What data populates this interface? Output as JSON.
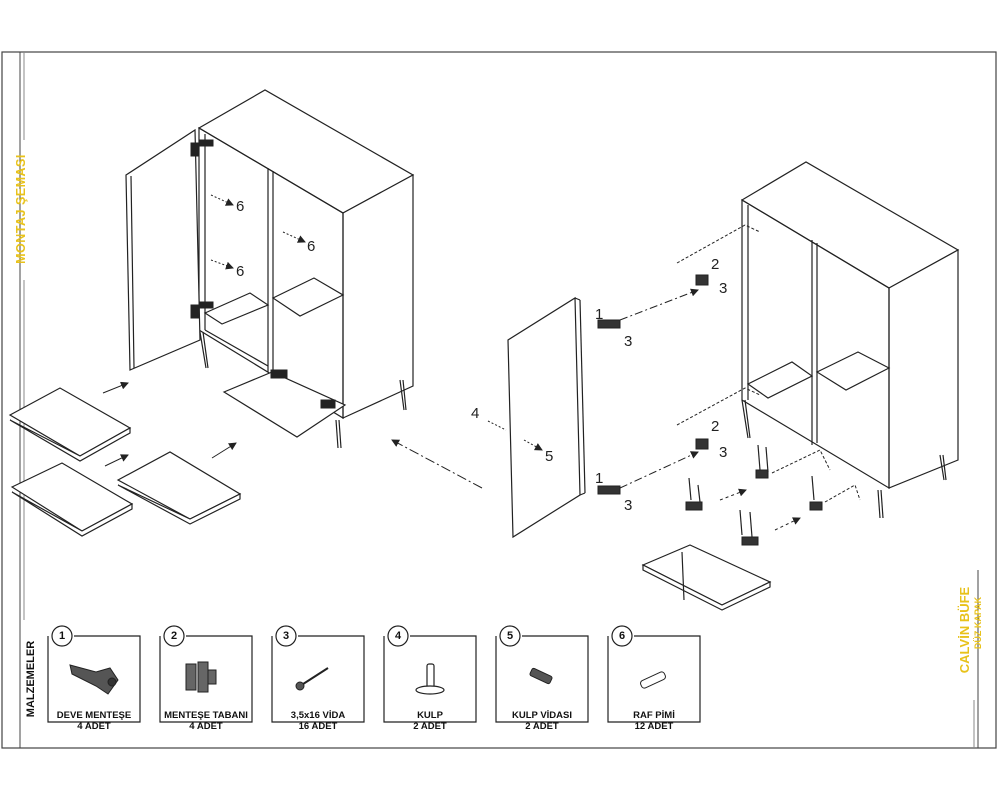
{
  "titles": {
    "left": "MONTAJ ŞEMASI",
    "right_main": "CALVİN BÜFE",
    "right_sub": "DÜZ KAPAK",
    "materials": "MALZEMELER"
  },
  "callouts_left": [
    "6",
    "6",
    "6"
  ],
  "callouts_right": [
    "1",
    "3",
    "2",
    "3",
    "4",
    "5",
    "2",
    "3",
    "1",
    "3"
  ],
  "parts": [
    {
      "num": "1",
      "name": "DEVE MENTEŞE",
      "qty": "4 ADET"
    },
    {
      "num": "2",
      "name": "MENTEŞE TABANI",
      "qty": "4 ADET"
    },
    {
      "num": "3",
      "name": "3,5x16 VİDA",
      "qty": "16 ADET"
    },
    {
      "num": "4",
      "name": "KULP",
      "qty": "2 ADET"
    },
    {
      "num": "5",
      "name": "KULP VİDASI",
      "qty": "2 ADET"
    },
    {
      "num": "6",
      "name": "RAF PİMİ",
      "qty": "12 ADET"
    }
  ],
  "colors": {
    "accent": "#e8c21a",
    "line": "#222222"
  }
}
